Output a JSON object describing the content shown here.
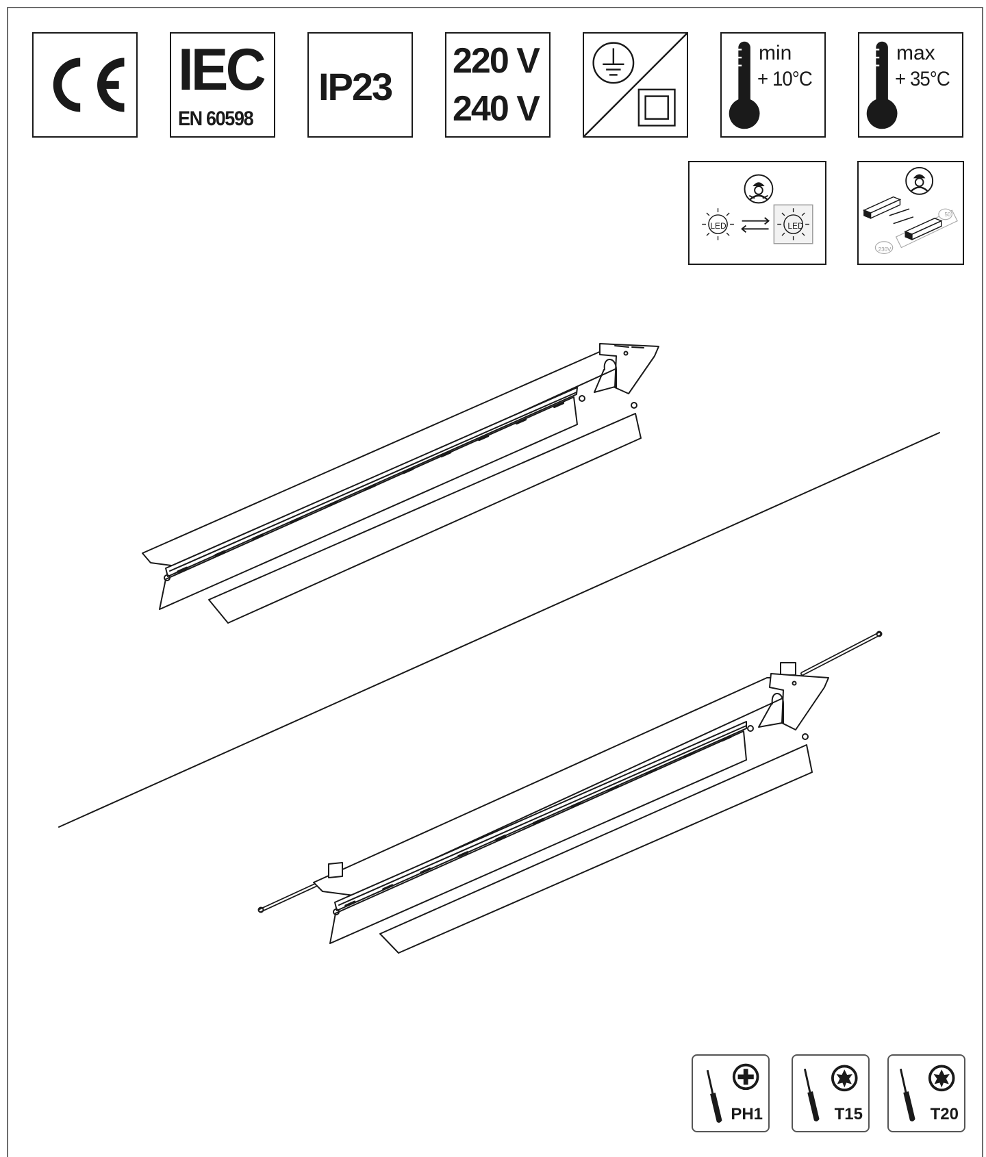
{
  "certifications": {
    "ce": "CE",
    "iec": {
      "title": "IEC",
      "standard": "EN 60598"
    },
    "ip_rating": "IP23",
    "voltage": [
      "220 V",
      "240 V"
    ],
    "temperature_min": {
      "label": "min",
      "value": "+ 10°C"
    },
    "temperature_max": {
      "label": "max",
      "value": "+ 35°C"
    }
  },
  "service": {
    "led_replaceable": {
      "left_led": "LED",
      "right_led": "LED"
    },
    "driver_replaceable": {
      "badge_top": "50",
      "badge_bottom": "230V"
    }
  },
  "tools": [
    {
      "label": "PH1",
      "icon": "phillips-screwdriver-icon"
    },
    {
      "label": "T15",
      "icon": "torx-screwdriver-icon"
    },
    {
      "label": "T20",
      "icon": "torx-screwdriver-icon"
    }
  ],
  "colors": {
    "ink": "#1a1a1a",
    "frame": "#6d6d6d",
    "tool_border": "#555555"
  }
}
